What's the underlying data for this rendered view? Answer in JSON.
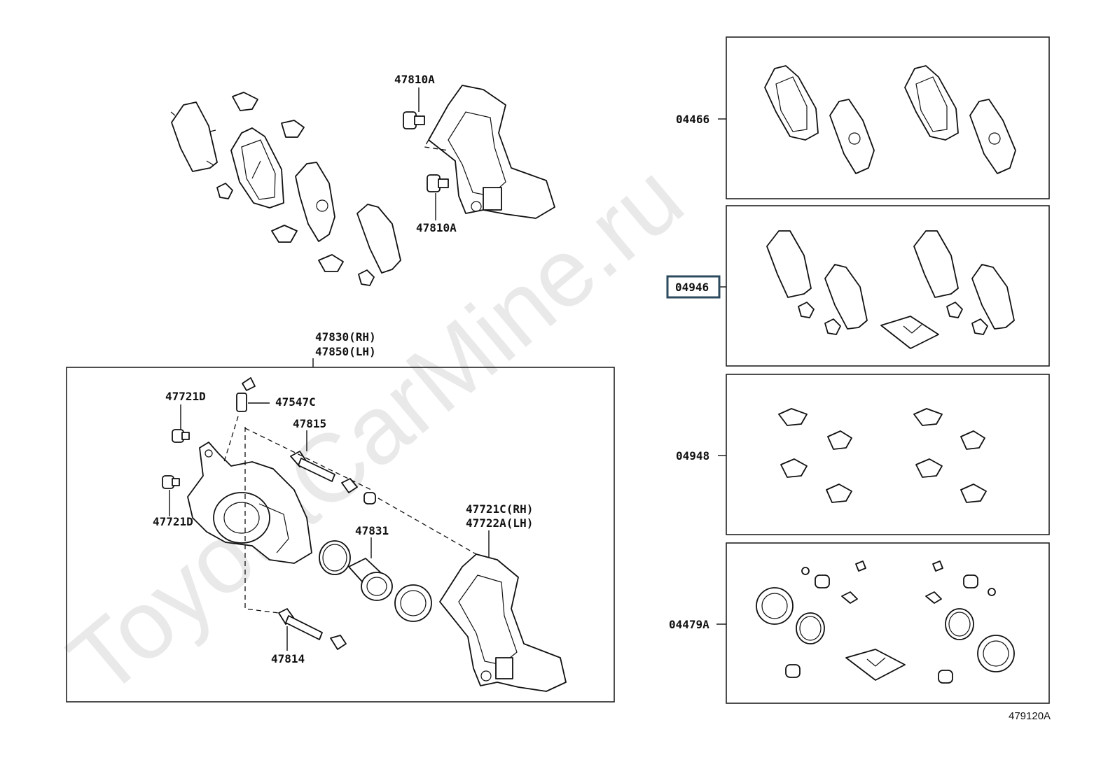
{
  "watermark": "ToyotaCarMine.ru",
  "diagram_id": "479120A",
  "labels": {
    "bolt_top": "47810A",
    "bolt_mid": "47810A",
    "caliper_rh": "47830(RH)",
    "caliper_lh": "47850(LH)",
    "bleeder_cap": "47547C",
    "bleeder_plug_top": "47721D",
    "bleeder_plug_left": "47721D",
    "slide_pin_upper": "47815",
    "slide_pin_lower": "47814",
    "piston": "47831",
    "mounting_rh": "47721C(RH)",
    "mounting_lh": "47722A(LH)"
  },
  "kits": {
    "pad_kit": "04466",
    "shim_kit": "04946",
    "fitting_kit": "04948",
    "cylinder_kit": "04479A"
  },
  "highlight_color": "#2c4a5e"
}
